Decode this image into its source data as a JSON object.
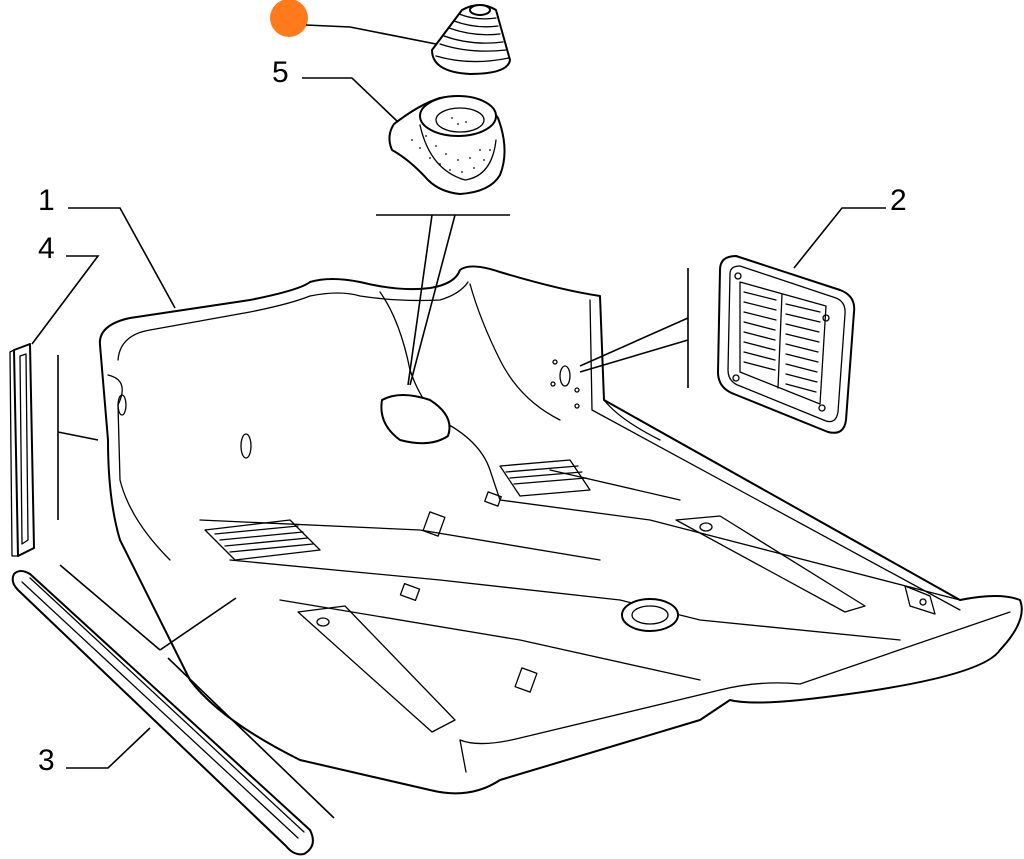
{
  "callouts": {
    "c1": "1",
    "c2": "2",
    "c3": "3",
    "c4": "4",
    "c5": "5"
  },
  "colors": {
    "marker": "#FF7A1A",
    "line": "#000000",
    "background": "#FFFFFF"
  }
}
